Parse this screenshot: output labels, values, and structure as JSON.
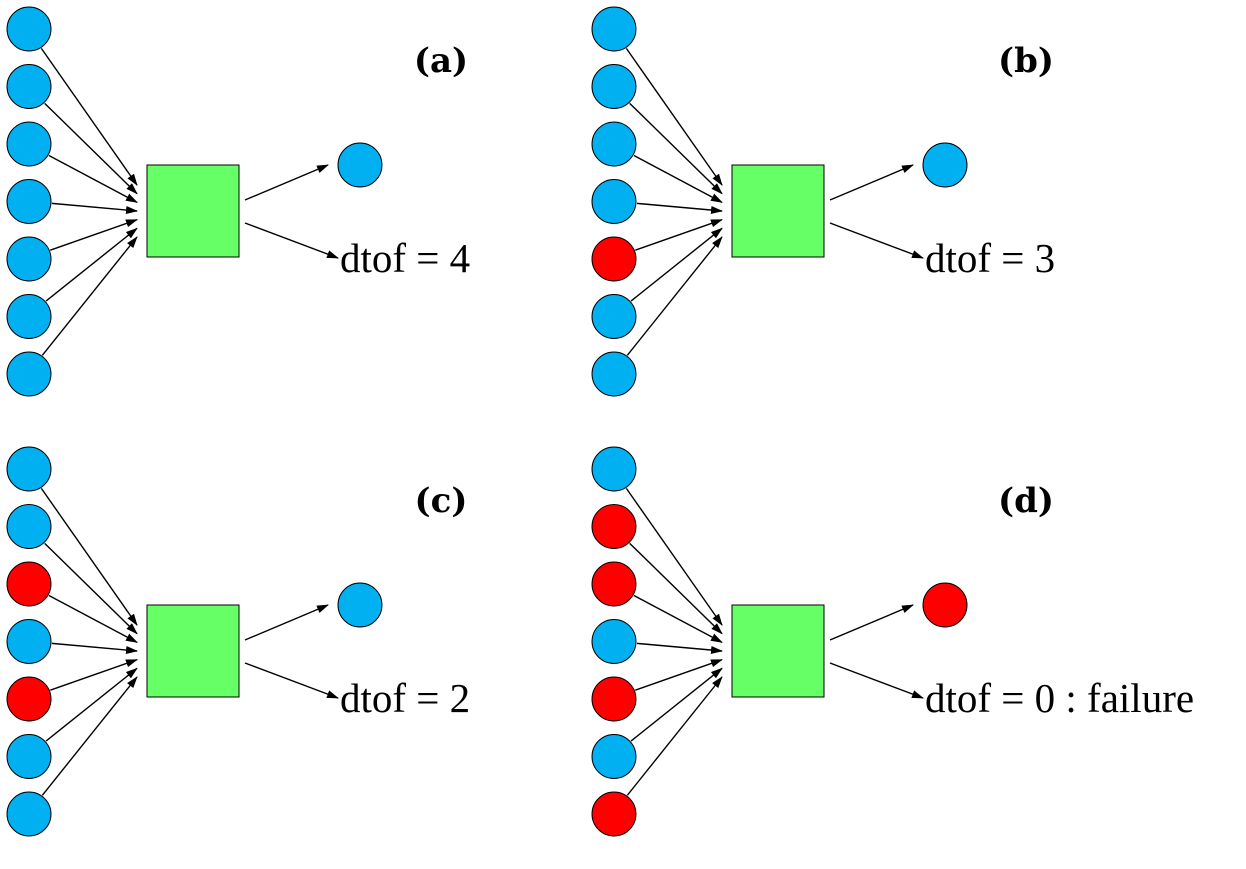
{
  "colors": {
    "ok": "#00b0f0",
    "failed": "#ff0000",
    "gate": "#66ff66",
    "stroke": "#000000"
  },
  "panels": [
    {
      "tag": "(a)",
      "inputs": [
        "ok",
        "ok",
        "ok",
        "ok",
        "ok",
        "ok",
        "ok"
      ],
      "output": "ok",
      "result": "dtof = 4"
    },
    {
      "tag": "(b)",
      "inputs": [
        "ok",
        "ok",
        "ok",
        "ok",
        "failed",
        "ok",
        "ok"
      ],
      "output": "ok",
      "result": "dtof = 3"
    },
    {
      "tag": "(c)",
      "inputs": [
        "ok",
        "ok",
        "failed",
        "ok",
        "failed",
        "ok",
        "ok"
      ],
      "output": "ok",
      "result": "dtof = 2"
    },
    {
      "tag": "(d)",
      "inputs": [
        "ok",
        "failed",
        "failed",
        "ok",
        "failed",
        "ok",
        "failed"
      ],
      "output": "failed",
      "result": "dtof = 0 : failure"
    }
  ]
}
